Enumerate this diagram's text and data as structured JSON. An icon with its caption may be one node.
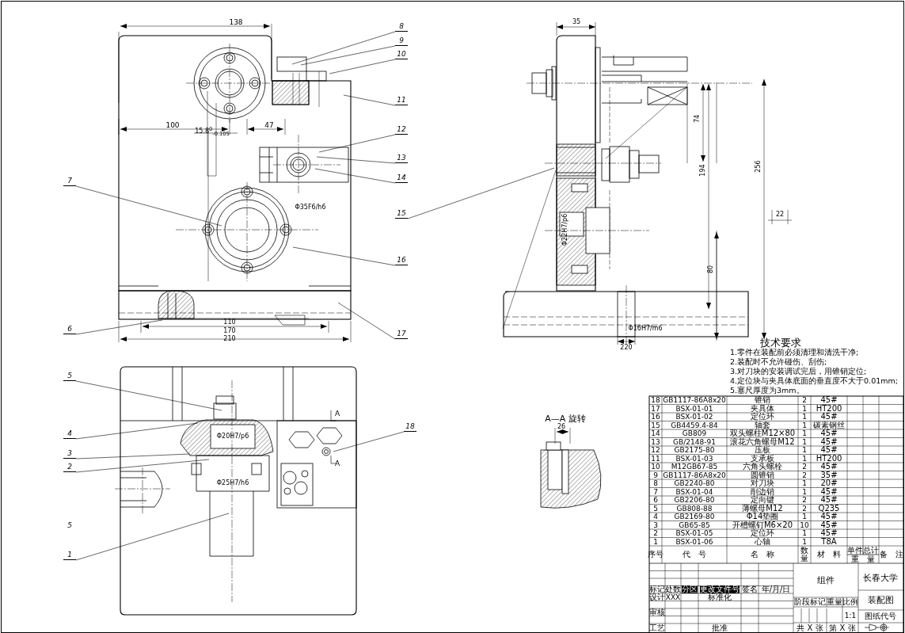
{
  "diagram": {
    "nodes": [
      {
        "text": [
          "8"
        ]
      },
      {
        "text": [
          "9"
        ]
      },
      {
        "text": [
          "10"
        ]
      },
      {
        "text": [
          "11"
        ]
      },
      {
        "text": [
          "12"
        ]
      },
      {
        "text": [
          "13"
        ]
      },
      {
        "text": [
          "14"
        ]
      },
      {
        "text": [
          "7"
        ]
      },
      {
        "text": [
          "15"
        ]
      },
      {
        "text": [
          "16"
        ]
      },
      {
        "text": [
          "6"
        ]
      },
      {
        "text": [
          "17"
        ]
      },
      {
        "text": [
          "5"
        ]
      },
      {
        "text": [
          "4"
        ]
      },
      {
        "text": [
          "18"
        ]
      },
      {
        "text": [
          "3"
        ]
      },
      {
        "text": [
          "2"
        ]
      },
      {
        "text": [
          "1"
        ]
      }
    ],
    "edges": [
      {
        "from": 0,
        "to": null,
        "arrow": "none"
      },
      {
        "from": 1,
        "to": null,
        "arrow": "none"
      },
      {
        "from": 2,
        "to": null,
        "arrow": "none"
      },
      {
        "from": 3,
        "to": null,
        "arrow": "none"
      },
      {
        "from": 4,
        "to": null,
        "arrow": "none"
      },
      {
        "from": 5,
        "to": null,
        "arrow": "none"
      },
      {
        "from": 6,
        "to": null,
        "arrow": "none"
      },
      {
        "from": 7,
        "to": null,
        "arrow": "none"
      },
      {
        "from": 8,
        "to": null,
        "arrow": "none"
      },
      {
        "from": 9,
        "to": null,
        "arrow": "none"
      },
      {
        "from": 10,
        "to": null,
        "arrow": "none"
      },
      {
        "from": 11,
        "to": null,
        "arrow": "none"
      },
      {
        "from": 12,
        "to": null,
        "arrow": "none"
      },
      {
        "from": 13,
        "to": null,
        "arrow": "none"
      },
      {
        "from": 14,
        "to": null,
        "arrow": "none"
      },
      {
        "from": 15,
        "to": null,
        "arrow": "none"
      },
      {
        "from": 16,
        "to": null,
        "arrow": "none"
      },
      {
        "from": 17,
        "to": null,
        "arrow": "none"
      }
    ],
    "labels": [
      "138",
      "100",
      "15.8$^{0}$$_{-0.105}$",
      "47",
      "Φ35F6/h6",
      "110",
      "170",
      "210",
      "35",
      "74",
      "194",
      "256",
      "22",
      "Φ22H7/p6",
      "80",
      "Φ16H7/m6",
      "220",
      "技术要求",
      "1.零件在装配前必须清理和清洗干净;",
      "2.装配时不允许碰伤、刮伤;",
      "3.对刀块的安装调试完后，用锥销定位;",
      "4.定位块与夹具体底面的垂直度不大于0.01mm;",
      "5.塞尺厚度为3mm。",
      "Φ20H7/p6",
      "Φ25H7/h6",
      "A",
      "A",
      "5",
      "A—A 旋转",
      "26",
      "18",
      "GB1117-86A8x20",
      "锥销",
      "2",
      "45#",
      "17",
      "BSX-01-01",
      "夹具体",
      "1",
      "HT200",
      "16",
      "BSX-01-02",
      "定位环",
      "1",
      "45#",
      "15",
      "GB4459.4-84",
      "轴套",
      "1",
      "碳素钢丝",
      "14",
      "GB809",
      "双头螺柱M12×80",
      "1",
      "45#",
      "13",
      "GB/2148-91",
      "滚花六角螺母M12",
      "1",
      "45#",
      "12",
      "GB2175-80",
      "压板",
      "1",
      "45#",
      "11",
      "BSX-01-03",
      "支承板",
      "1",
      "HT200",
      "10",
      "M12GB67-85",
      "六角头螺栓",
      "2",
      "45#",
      "9",
      "GB1117-86A8x20",
      "圆锥销",
      "2",
      "35#",
      "8",
      "GB2240-80",
      "对刀块",
      "1",
      "20#",
      "7",
      "BSX-01-04",
      "削边销",
      "1",
      "45#",
      "6",
      "GB2206-80",
      "定向键",
      "2",
      "45#",
      "5",
      "GB808-88",
      "薄螺母M12",
      "2",
      "Q235",
      "4",
      "GB2169-80",
      "Φ14垫圈",
      "1",
      "45#",
      "3",
      "GB65-85",
      "开槽螺钉M6×20",
      "10",
      "45#",
      "2",
      "BSX-01-05",
      "定位环",
      "1",
      "45#",
      "1",
      "BSX-01-06",
      "心轴",
      "1",
      "T8A",
      "序号",
      "代　号",
      "名　称",
      "数量",
      "材　料",
      "单件",
      "总计",
      "重　量",
      "备　注",
      "标记",
      "处数",
      "分区",
      "更改文件号",
      "签名",
      "年/月/日",
      "设计",
      "XXX",
      "标准化",
      "审核",
      "工艺",
      "批准",
      "组件",
      "阶段标记",
      "重量",
      "比例",
      "1:1",
      "共 X 张",
      "第 X 张",
      "长春大学",
      "装配图",
      "图纸代号"
    ]
  }
}
